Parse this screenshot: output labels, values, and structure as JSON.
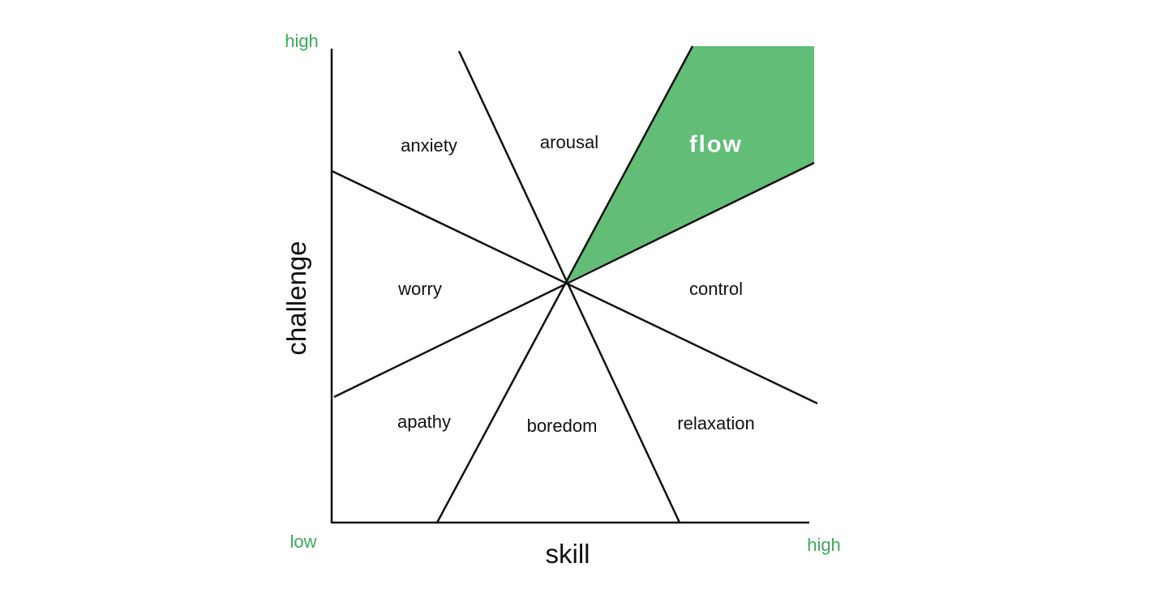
{
  "chart_data": {
    "type": "diagram",
    "title": "",
    "xlabel": "skill",
    "ylabel": "challenge",
    "x_ticks": [
      "low",
      "high"
    ],
    "y_ticks": [
      "low",
      "high"
    ],
    "regions": [
      {
        "name": "anxiety"
      },
      {
        "name": "arousal"
      },
      {
        "name": "flow",
        "highlighted": true
      },
      {
        "name": "worry"
      },
      {
        "name": "control"
      },
      {
        "name": "apathy"
      },
      {
        "name": "boredom"
      },
      {
        "name": "relaxation"
      }
    ],
    "highlight_color": "#62bd76"
  },
  "labels": {
    "y_high": "high",
    "x_low": "low",
    "x_high": "high",
    "x_title": "skill",
    "y_title": "challenge",
    "anxiety": "anxiety",
    "arousal": "arousal",
    "flow": "flow",
    "worry": "worry",
    "control": "control",
    "apathy": "apathy",
    "boredom": "boredom",
    "relaxation": "relaxation"
  }
}
